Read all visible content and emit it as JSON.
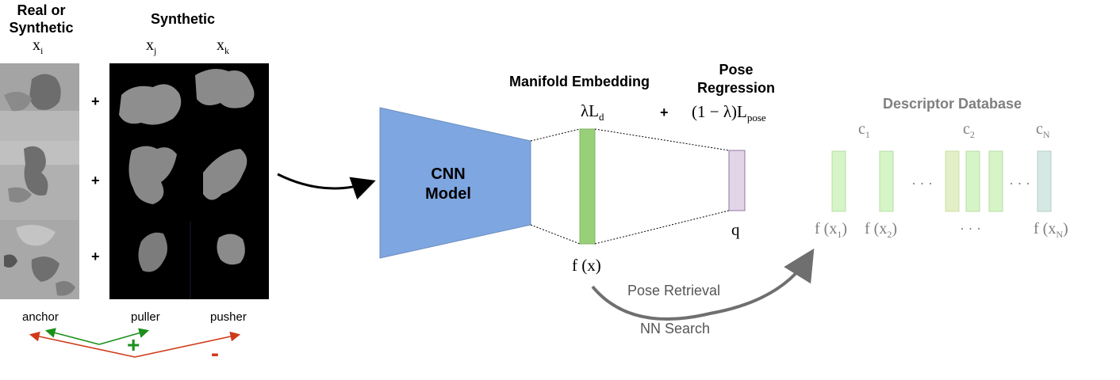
{
  "input_section": {
    "col_real_title": "Real or\nSynthetic",
    "col_real_var": "x",
    "col_real_sub": "i",
    "col_synth_title": "Synthetic",
    "col_j_var": "x",
    "col_j_sub": "j",
    "col_k_var": "x",
    "col_k_sub": "k",
    "plus_signs": [
      "+",
      "+",
      "+"
    ],
    "role_anchor": "anchor",
    "role_puller": "puller",
    "role_pusher": "pusher",
    "pull_sign": "+",
    "push_sign": "-"
  },
  "network": {
    "cnn_label": "CNN\nModel",
    "embedding_title": "Manifold Embedding",
    "embedding_loss": "λL",
    "embedding_loss_sub": "d",
    "plus": "+",
    "pose_title": "Pose\nRegression",
    "pose_loss": "(1 − λ)L",
    "pose_loss_sub": "pose",
    "feature_label": "f (x)",
    "pose_output_label": "q"
  },
  "retrieval": {
    "top_label": "Pose Retrieval",
    "bottom_label": "NN Search"
  },
  "database": {
    "title": "Descriptor Database",
    "c1": "c",
    "c1_sub": "1",
    "c2": "c",
    "c2_sub": "2",
    "cN": "c",
    "cN_sub": "N",
    "fx1": "f (x",
    "fx1_sub": "1",
    "fx1_close": ")",
    "fx2": "f (x",
    "fx2_sub": "2",
    "fx2_close": ")",
    "fxN": "f (x",
    "fxN_sub": "N",
    "fxN_close": ")",
    "ellipsis": "· · ·"
  },
  "colors": {
    "cnn_blue": "#7ea6e0",
    "embed_green": "#97d077",
    "pose_purple": "#e1d5e7",
    "db_green": "#d5f5c6",
    "db_olive": "#e3efc6",
    "db_teal": "#d5e8e4",
    "pull_green": "#1a8f1a",
    "push_red": "#d03a1a",
    "arrow_gray": "#6f6f6f"
  }
}
